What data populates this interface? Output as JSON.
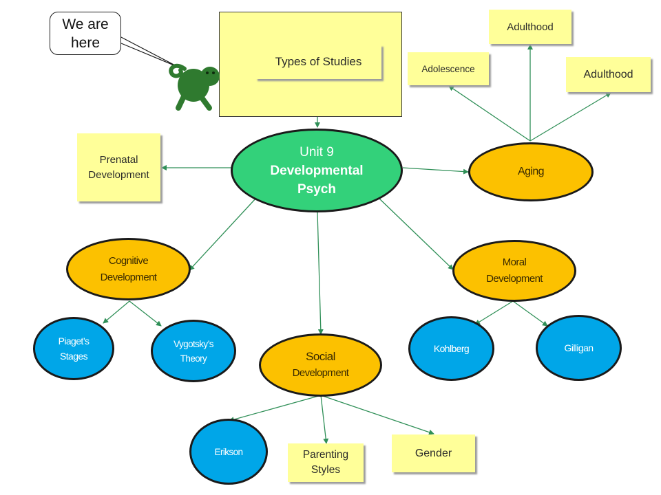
{
  "callout": {
    "text_line1": "We are",
    "text_line2": "here"
  },
  "center": {
    "line1": "Unit 9",
    "line2": "Developmental",
    "line3": "Psych"
  },
  "top_note": {
    "label": "Types of Studies"
  },
  "prenatal": {
    "line1": "Prenatal",
    "line2": "Development"
  },
  "aging": {
    "label": "Aging",
    "children": [
      "Adolescence",
      "Adulthood",
      "Adulthood"
    ]
  },
  "cognitive": {
    "line1": "Cognitive",
    "line2": "Development",
    "children": [
      {
        "line1": "Piaget’s",
        "line2": "Stages"
      },
      {
        "line1": "Vygotsky’s",
        "line2": "Theory"
      }
    ]
  },
  "moral": {
    "line1": "Moral",
    "line2": "Development",
    "children": [
      "Kohlberg",
      "Gilligan"
    ]
  },
  "social": {
    "line1": "Social",
    "line2": "Development",
    "children": {
      "erikson": "Erikson",
      "parenting_line1": "Parenting",
      "parenting_line2": "Styles",
      "gender": "Gender"
    }
  },
  "colors": {
    "gold": "#fcc100",
    "blue": "#00a6e8",
    "green_center": "#33d17a",
    "note_yellow": "#ffff99",
    "arrow_green": "#2f8f57",
    "mascot_green": "#2f7a2f"
  }
}
